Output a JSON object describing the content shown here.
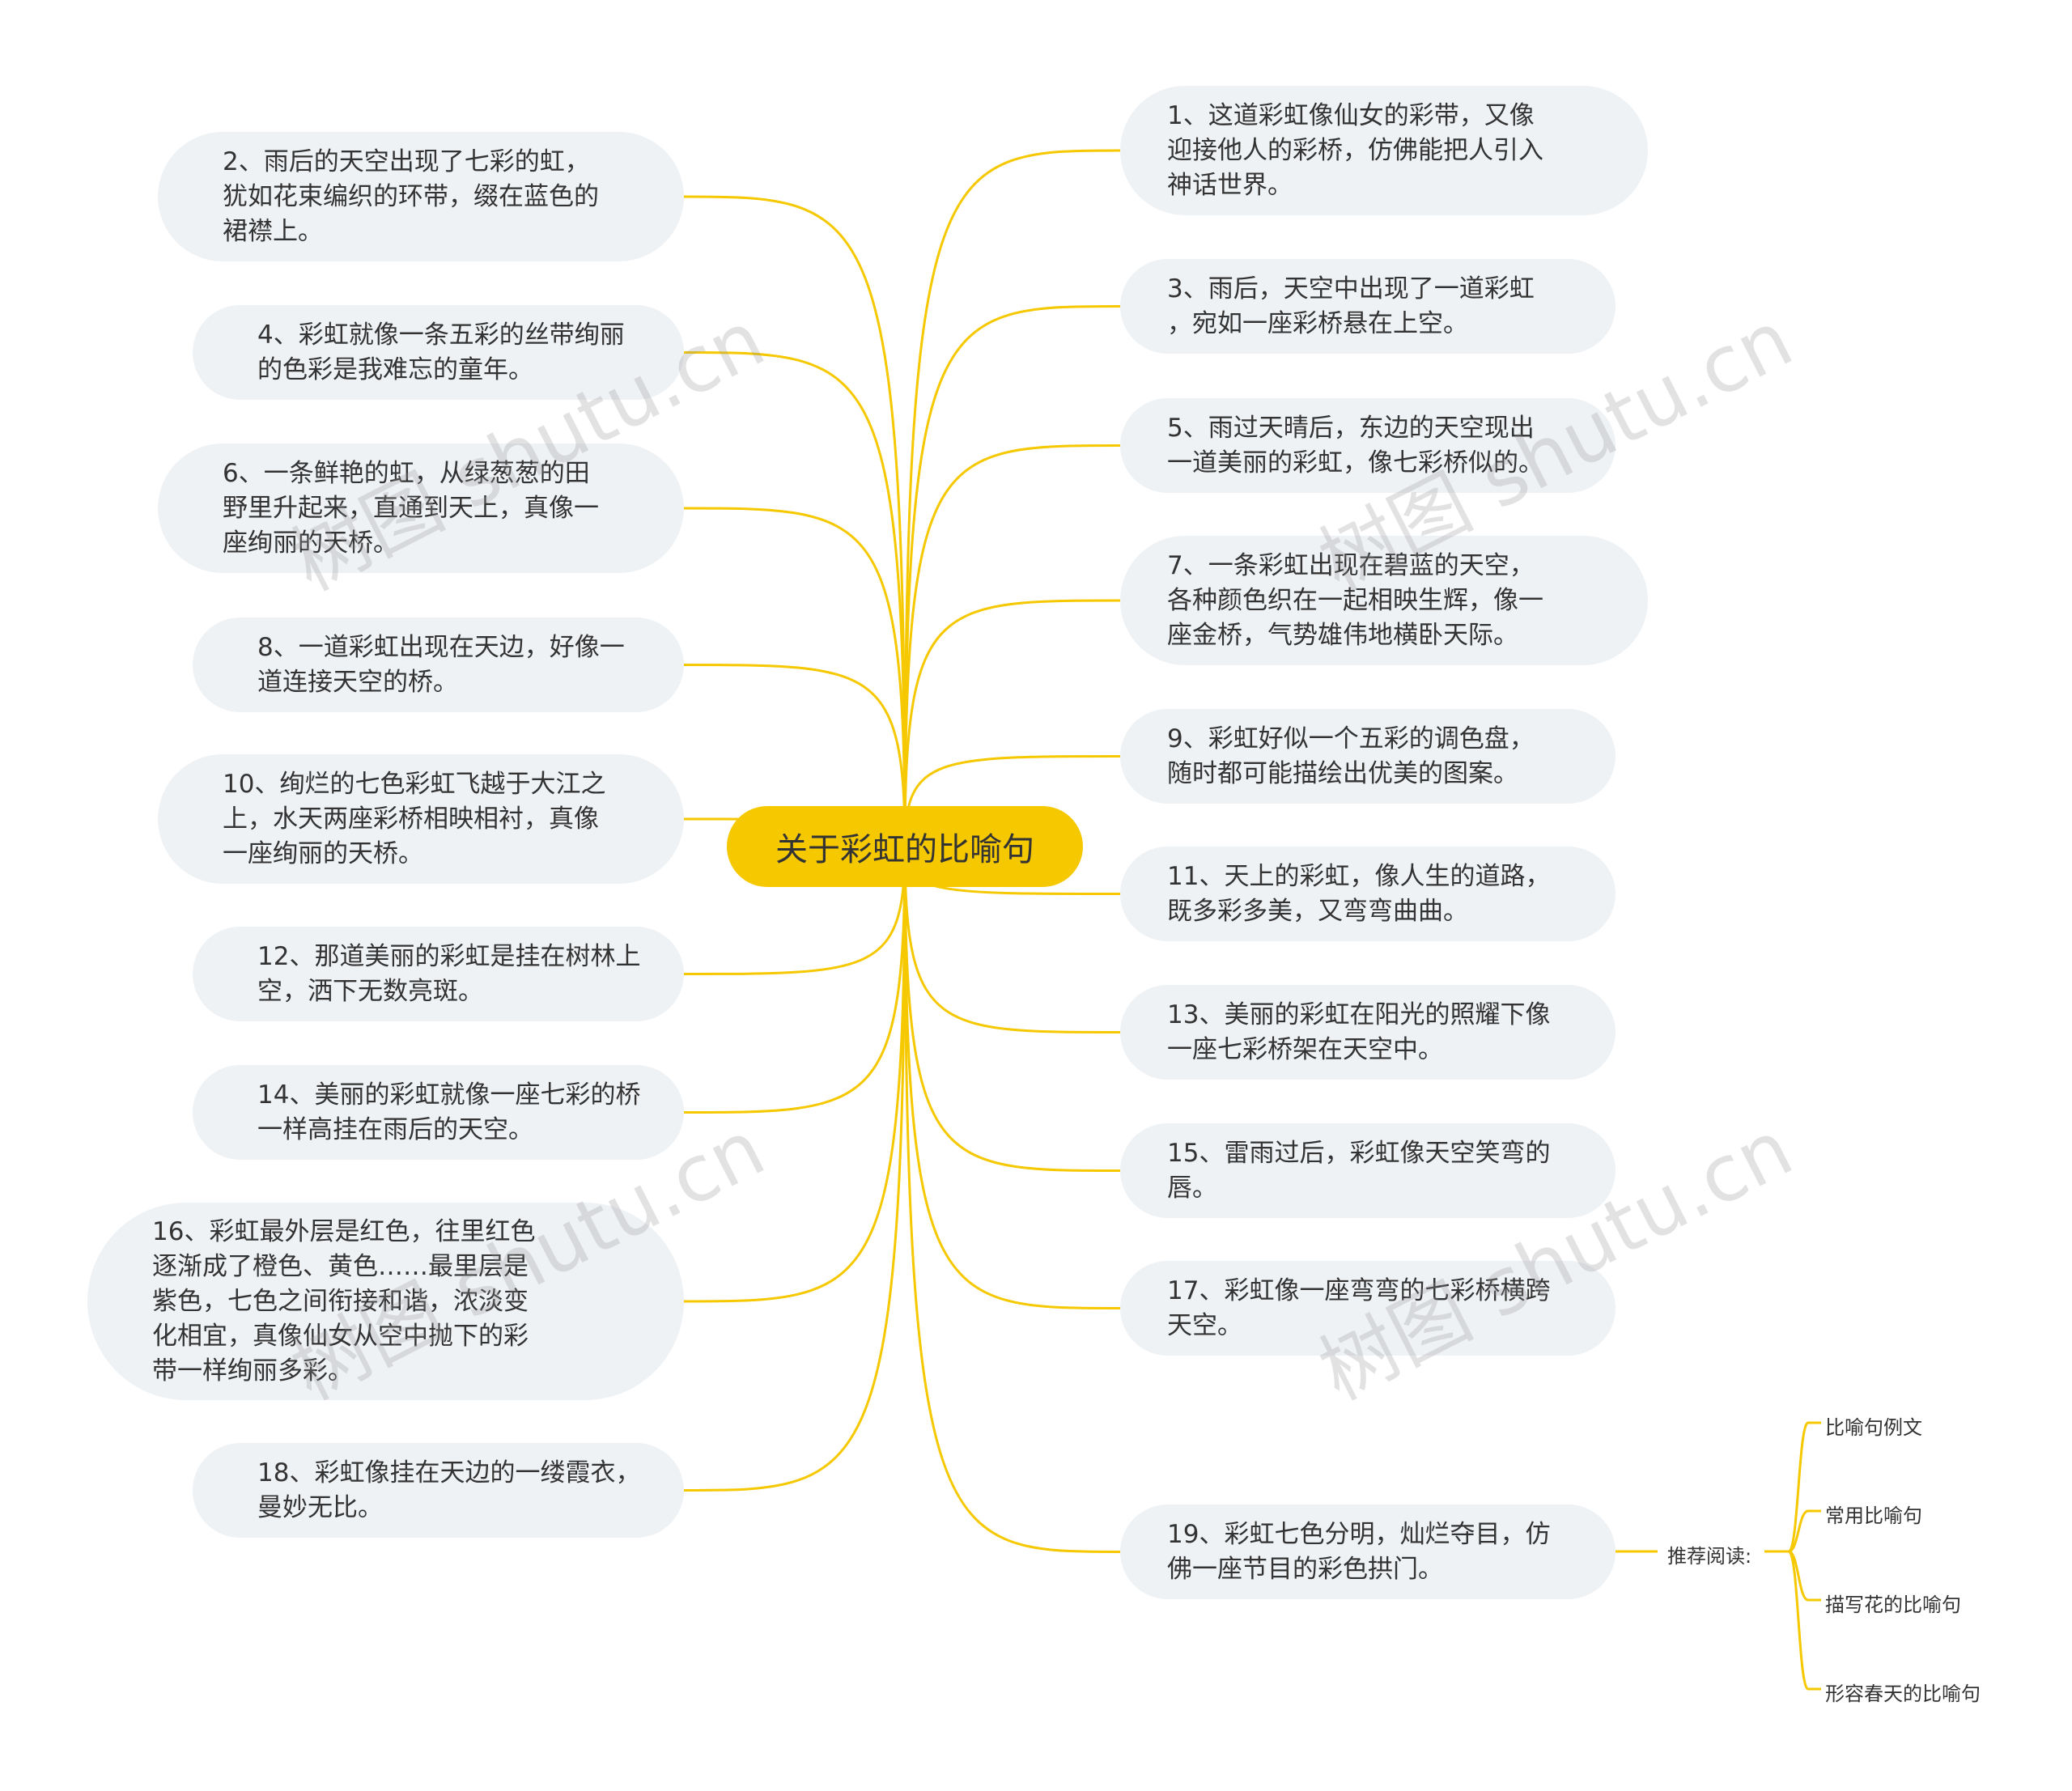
{
  "mindmap": {
    "root": "关于彩虹的比喻句",
    "line_color": "#f5c800",
    "node_fill": "#eff2f5",
    "left_nodes": [
      "2、雨后的天空出现了七彩的虹，\n犹如花束编织的环带，缀在蓝色的\n裙襟上。",
      "4、彩虹就像一条五彩的丝带绚丽\n的色彩是我难忘的童年。",
      "6、一条鲜艳的虹，从绿葱葱的田\n野里升起来，直通到天上，真像一\n座绚丽的天桥。",
      "8、一道彩虹出现在天边，好像一\n道连接天空的桥。",
      "10、绚烂的七色彩虹飞越于大江之\n上，水天两座彩桥相映相衬，真像\n一座绚丽的天桥。",
      "12、那道美丽的彩虹是挂在树林上\n空，洒下无数亮斑。",
      "14、美丽的彩虹就像一座七彩的桥\n一样高挂在雨后的天空。",
      "16、彩虹最外层是红色，往里红色\n逐渐成了橙色、黄色……最里层是\n紫色，七色之间衔接和谐，浓淡变\n化相宜，真像仙女从空中抛下的彩\n带一样绚丽多彩。",
      "18、彩虹像挂在天边的一缕霞衣，\n曼妙无比。"
    ],
    "right_nodes": [
      "1、这道彩虹像仙女的彩带，又像\n迎接他人的彩桥，仿佛能把人引入\n神话世界。",
      "3、雨后，天空中出现了一道彩虹\n，宛如一座彩桥悬在上空。",
      "5、雨过天晴后，东边的天空现出\n一道美丽的彩虹，像七彩桥似的。",
      "7、一条彩虹出现在碧蓝的天空，\n各种颜色织在一起相映生辉，像一\n座金桥，气势雄伟地横卧天际。",
      "9、彩虹好似一个五彩的调色盘，\n随时都可能描绘出优美的图案。",
      "11、天上的彩虹，像人生的道路，\n既多彩多美，又弯弯曲曲。",
      "13、美丽的彩虹在阳光的照耀下像\n一座七彩桥架在天空中。",
      "15、雷雨过后，彩虹像天空笑弯的\n唇。",
      "17、彩虹像一座弯弯的七彩桥横跨\n天空。",
      "19、彩虹七色分明，灿烂夺目，仿\n佛一座节目的彩色拱门。"
    ],
    "recommend": {
      "label": "推荐阅读:",
      "items": [
        "比喻句例文",
        "常用比喻句",
        "描写花的比喻句",
        "形容春天的比喻句"
      ]
    },
    "watermark": "树图 shutu.cn"
  }
}
